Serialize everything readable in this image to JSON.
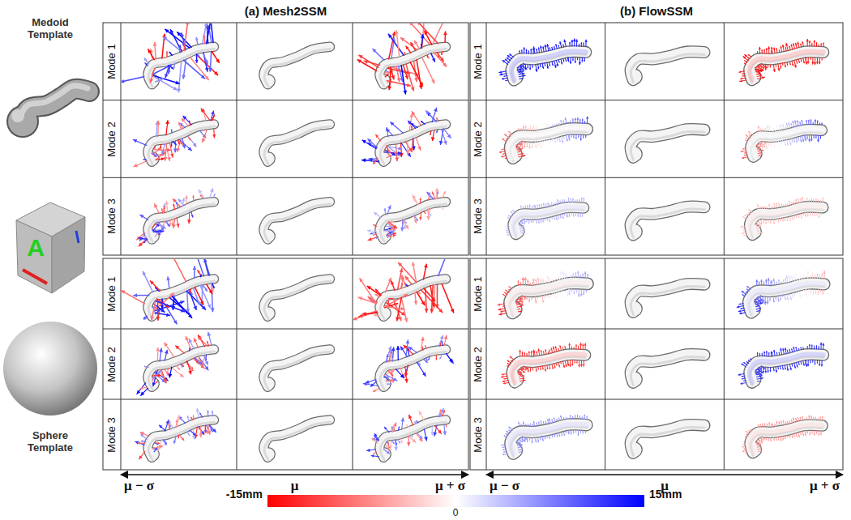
{
  "diagram": {
    "labels": [
      "(a) Mesh2SSM",
      "(b) FlowSSM",
      "Medoid Template",
      "A",
      "Sphere Template",
      "Mode 1",
      "Mode 2",
      "Mode 3",
      "Mode 1",
      "Mode 2",
      "Mode 3",
      "Mode 1",
      "Mode 2",
      "Mode 3",
      "Mode 1",
      "Mode 2",
      "Mode 3",
      "μ − σ",
      "μ",
      "μ + σ",
      "μ − σ",
      "μ",
      "μ + σ",
      "-15mm",
      "0",
      "15mm"
    ]
  }
}
